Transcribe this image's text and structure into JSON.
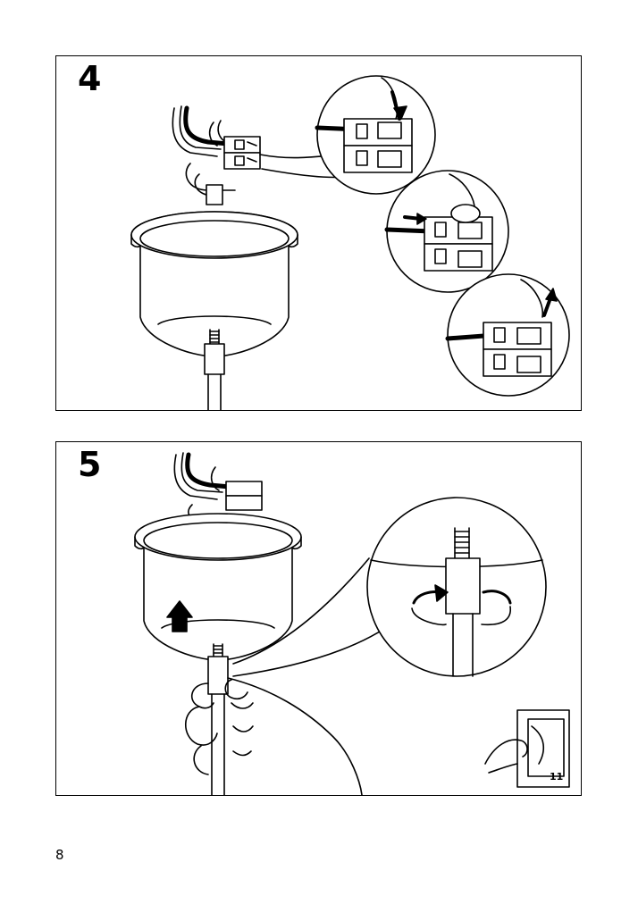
{
  "steps": [
    {
      "number": "4"
    },
    {
      "number": "5",
      "reference_page": "11"
    }
  ],
  "page_number": "8"
}
